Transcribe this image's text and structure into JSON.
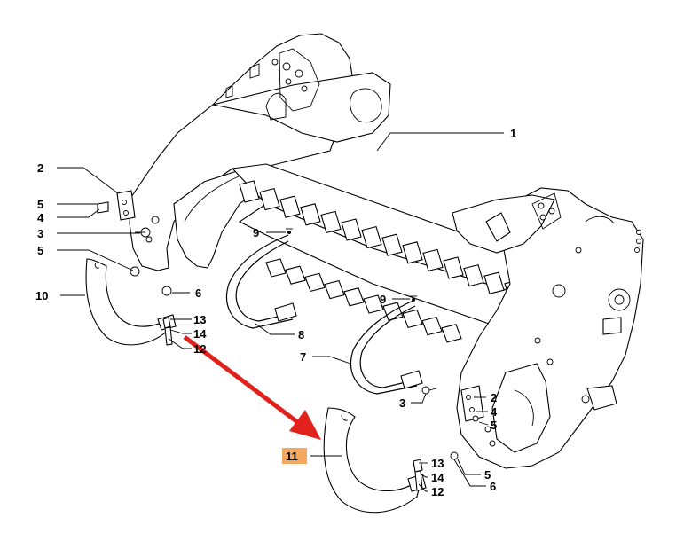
{
  "colors": {
    "arrow": "#e0221b",
    "highlight": "#f5a860",
    "line": "#000000",
    "background": "#ffffff"
  },
  "callouts": [
    {
      "id": "c1",
      "label": "1"
    },
    {
      "id": "c2a",
      "label": "2"
    },
    {
      "id": "c5a",
      "label": "5"
    },
    {
      "id": "c4a",
      "label": "4"
    },
    {
      "id": "c3a",
      "label": "3"
    },
    {
      "id": "c5b",
      "label": "5"
    },
    {
      "id": "c10",
      "label": "10"
    },
    {
      "id": "c6a",
      "label": "6"
    },
    {
      "id": "c13a",
      "label": "13"
    },
    {
      "id": "c14a",
      "label": "14"
    },
    {
      "id": "c12a",
      "label": "12"
    },
    {
      "id": "c9a",
      "label": "9"
    },
    {
      "id": "c8",
      "label": "8"
    },
    {
      "id": "c9b",
      "label": "9"
    },
    {
      "id": "c7",
      "label": "7"
    },
    {
      "id": "c3b",
      "label": "3"
    },
    {
      "id": "c2b",
      "label": "2"
    },
    {
      "id": "c4b",
      "label": "4"
    },
    {
      "id": "c5c",
      "label": "5"
    },
    {
      "id": "c11",
      "label": "11"
    },
    {
      "id": "c13b",
      "label": "13"
    },
    {
      "id": "c14b",
      "label": "14"
    },
    {
      "id": "c12b",
      "label": "12"
    },
    {
      "id": "c5d",
      "label": "5"
    },
    {
      "id": "c6b",
      "label": "6"
    }
  ]
}
